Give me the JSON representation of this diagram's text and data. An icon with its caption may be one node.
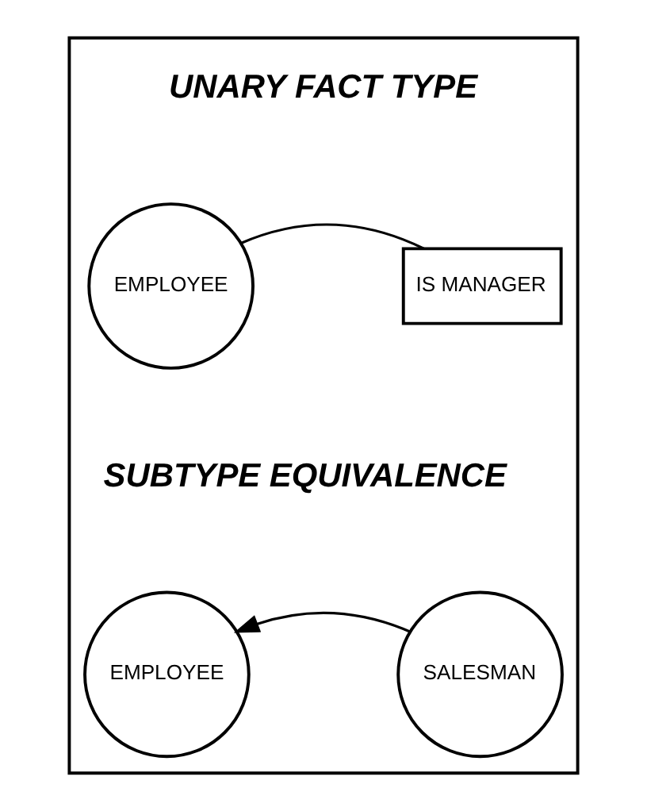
{
  "diagram": {
    "nodes": [
      {
        "text": [],
        "shape": "box"
      },
      {
        "text": [
          "EMPLOYEE"
        ],
        "in": 0
      },
      {
        "text": [
          "IS MANAGER"
        ],
        "in": 0
      },
      {
        "text": [
          "EMPLOYEE"
        ],
        "in": 0
      },
      {
        "text": [
          "SALESMAN"
        ],
        "in": 0
      }
    ],
    "edges": [
      {
        "from": 1,
        "to": 2,
        "arrow": "none"
      },
      {
        "from": 4,
        "to": 3,
        "arrow": "to"
      }
    ],
    "labels": [
      "UNARY FACT TYPE",
      "SUBTYPE EQUIVALENCE"
    ]
  }
}
